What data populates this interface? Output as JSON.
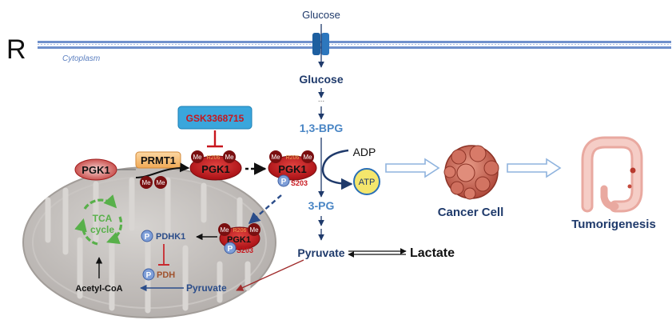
{
  "panel_letter": "R",
  "membrane": {
    "glucose_outside": "Glucose",
    "cytoplasm_label": "Cytoplasm"
  },
  "glycolysis": {
    "glucose": "Glucose",
    "dots": "...",
    "bpg": "1,3-BPG",
    "adp": "ADP",
    "atp": "ATP",
    "pg3": "3-PG",
    "pyruvate": "Pyruvate",
    "lactate": "Lactate"
  },
  "inhibitor": "GSK3368715",
  "pgk1_pathway": {
    "pgk1_unmodified": "PGK1",
    "prmt1": "PRMT1",
    "pgk1_methylated": "PGK1",
    "pgk1_phospho": "PGK1",
    "me": "Me",
    "r206": "R206",
    "p": "P",
    "s203": "S203"
  },
  "mitochondria": {
    "tca": "TCA",
    "cycle": "cycle",
    "pdhk1": "PDHK1",
    "pdh": "PDH",
    "pyruvate": "Pyruvate",
    "acetyl_coa": "Acetyl-CoA",
    "pgk1": "PGK1",
    "r206": "R206",
    "s203": "S203",
    "me": "Me",
    "p": "P"
  },
  "outcomes": {
    "cancer_cell": "Cancer Cell",
    "tumorigenesis": "Tumorigenesis"
  },
  "colors": {
    "membrane_blue": "#5b7fc0",
    "glycolysis_navy": "#1f3a6b",
    "glycolysis_blue": "#4a86c5",
    "pgk1_red": "#c8161d",
    "me_dark": "#7a0f10",
    "prmt1_orange": "#f6c27a",
    "inhibitor_fill": "#3aa6dc",
    "mito_grey": "#b8b4b1",
    "tca_green": "#58b04a",
    "atp_yellow": "#f4e66c"
  }
}
